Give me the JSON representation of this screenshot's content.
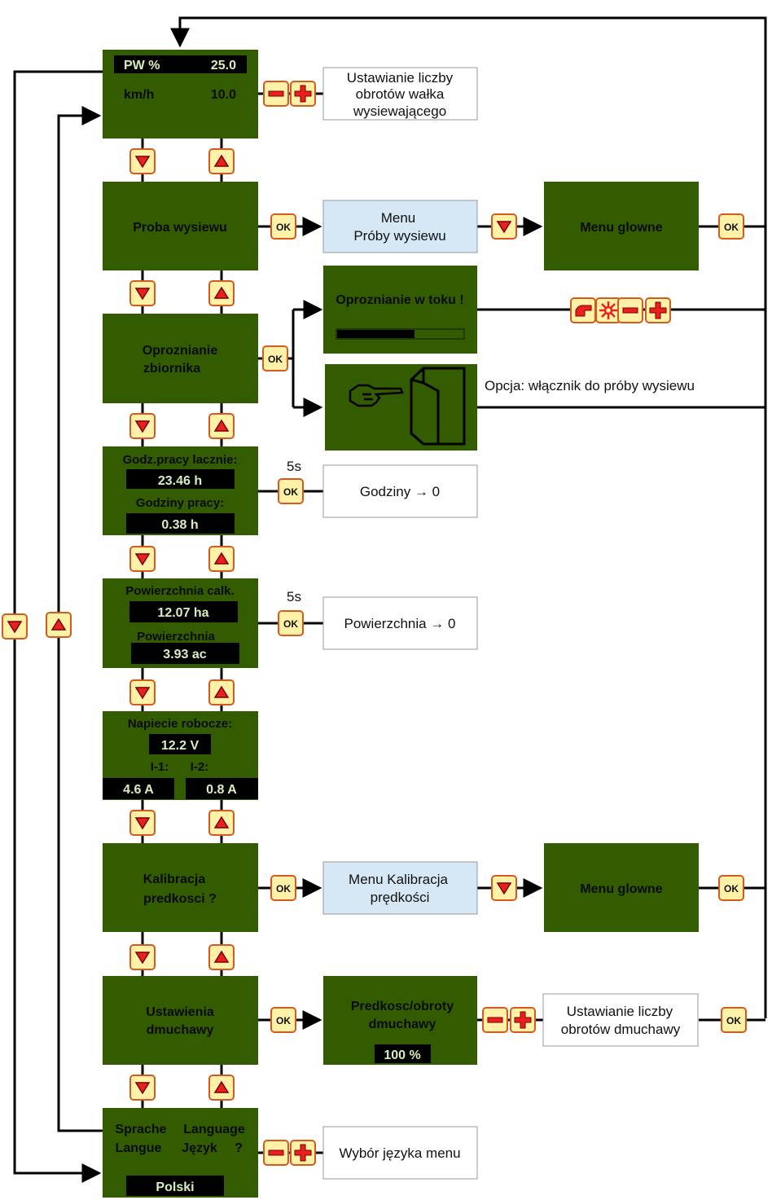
{
  "screens": {
    "main": {
      "row1_label": "PW %",
      "row1_value": "25.0",
      "row2_label": "km/h",
      "row2_value": "10.0"
    },
    "proba": {
      "line1": "Proba wysiewu"
    },
    "oproznianie": {
      "line1": "Oproznianie",
      "line2": "zbiornika"
    },
    "oproznianie_toku": {
      "line1": "Oproznianie w toku !"
    },
    "hours": {
      "label1": "Godz.pracy lacznie:",
      "value1": "23.46 h",
      "label2": "Godziny pracy:",
      "value2": "0.38 h"
    },
    "area": {
      "label1": "Powierzchnia calk.",
      "value1": "12.07 ha",
      "label2": "Powierzchnia",
      "value2": "3.93 ac"
    },
    "voltage": {
      "label": "Napiecie robocze:",
      "value": "12.2 V",
      "i1_label": "I-1:",
      "i2_label": "I-2:",
      "i1_value": "4.6 A",
      "i2_value": "0.8 A"
    },
    "kalibracja": {
      "line1": "Kalibracja",
      "line2": "predkosci ?"
    },
    "dmuchawy": {
      "line1": "Ustawienia",
      "line2": "dmuchawy"
    },
    "blower_speed": {
      "line1": "Predkosc/obroty",
      "line2": "dmuchawy",
      "value": "100 %"
    },
    "language": {
      "w1": "Sprache",
      "w2": "Language",
      "w3": "Langue",
      "w4": "Język",
      "w5": "?",
      "value": "Polski"
    },
    "menu_glowne_1": {
      "line1": "Menu glowne"
    },
    "menu_glowne_2": {
      "line1": "Menu glowne"
    }
  },
  "notes": {
    "seed_rate": {
      "line1": "Ustawianie liczby",
      "line2": "obrotów wałka",
      "line3": "wysiewającego"
    },
    "proba_menu": {
      "line1": "Menu",
      "line2": "Próby wysiewu"
    },
    "switch_option": "Opcja: włącznik do próby wysiewu",
    "hours_reset": "Godziny → 0",
    "area_reset": "Powierzchnia → 0",
    "kalib_menu": {
      "line1": "Menu Kalibracja",
      "line2": "prędkości"
    },
    "blower_setting": {
      "line1": "Ustawianie liczby",
      "line2": "obrotów dmuchawy"
    },
    "language_select": "Wybór języka menu",
    "hold_5s_a": "5s",
    "hold_5s_b": "5s"
  },
  "buttons": {
    "ok": "OK"
  },
  "colors": {
    "lcd_green": "#335c00",
    "lcd_text": "#0a0a0a",
    "lcd_highlight_bg": "#000000",
    "menu_note_bg": "#d6e8f5",
    "button_yellow": "#fff2a8",
    "button_red": "#e8201e",
    "button_border": "#d45a1e"
  }
}
